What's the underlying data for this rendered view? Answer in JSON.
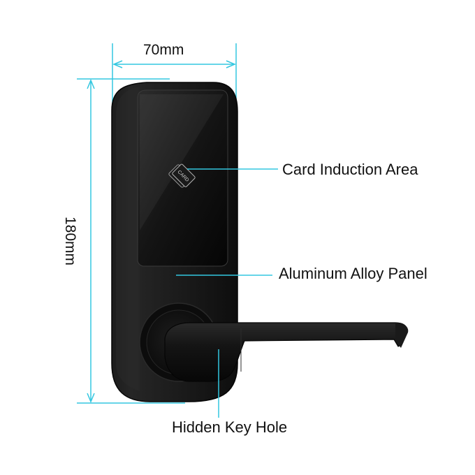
{
  "dimensions": {
    "width": "70mm",
    "height": "180mm"
  },
  "callouts": {
    "card_area": "Card Induction Area",
    "panel": "Aluminum Alloy Panel",
    "key_hole": "Hidden Key Hole"
  },
  "card_reader_icon": {
    "text": "CARD",
    "icon": "rfid-card-icon"
  },
  "colors": {
    "dimension_line": "#33c7e0",
    "callout_line": "#33c7e0",
    "lock_body": "#121212",
    "text": "#111111"
  }
}
